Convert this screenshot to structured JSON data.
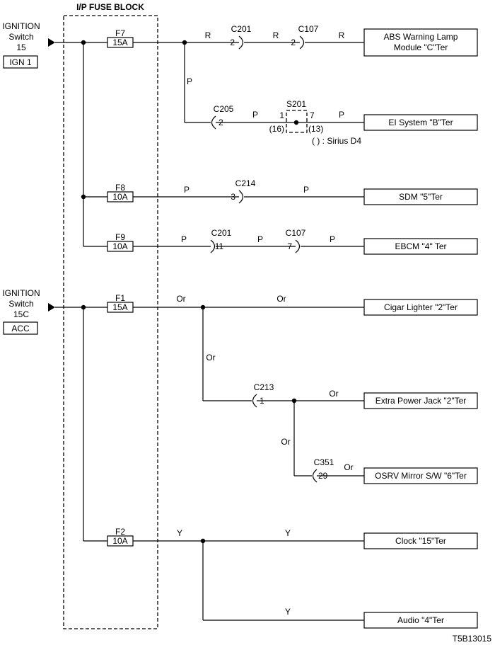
{
  "title": "I/P FUSE BLOCK",
  "figure_id": "T5B13015",
  "sources": [
    {
      "name": "IGNITION",
      "switch": "Switch",
      "number": "15",
      "tag": "IGN 1"
    },
    {
      "name": "IGNITION",
      "switch": "Switch",
      "number": "15C",
      "tag": "ACC"
    }
  ],
  "fuses": [
    {
      "id": "F7",
      "rating": "15A"
    },
    {
      "id": "F8",
      "rating": "10A"
    },
    {
      "id": "F9",
      "rating": "10A"
    },
    {
      "id": "F1",
      "rating": "15A"
    },
    {
      "id": "F2",
      "rating": "10A"
    }
  ],
  "connectors": [
    {
      "name": "C201",
      "pin": "2"
    },
    {
      "name": "C107",
      "pin": "2"
    },
    {
      "name": "C205",
      "pin": "2"
    },
    {
      "name": "C214",
      "pin": "3"
    },
    {
      "name": "C201",
      "pin": "11"
    },
    {
      "name": "C107",
      "pin": "7"
    },
    {
      "name": "C213",
      "pin": "1"
    },
    {
      "name": "C351",
      "pin": "29"
    }
  ],
  "splice": {
    "name": "S201",
    "pin_in": "1",
    "pin_out": "7",
    "alt_in": "(16)",
    "alt_out": "(13)",
    "note": "( ) : Sirius D4"
  },
  "wire_colors": [
    {
      "color": "R"
    },
    {
      "color": "R"
    },
    {
      "color": "R"
    },
    {
      "color": "P"
    },
    {
      "color": "P"
    },
    {
      "color": "P"
    },
    {
      "color": "P"
    },
    {
      "color": "P"
    },
    {
      "color": "P"
    },
    {
      "color": "P"
    },
    {
      "color": "P"
    },
    {
      "color": "Or"
    },
    {
      "color": "Or"
    },
    {
      "color": "Or"
    },
    {
      "color": "Or"
    },
    {
      "color": "Or"
    },
    {
      "color": "Or"
    },
    {
      "color": "Y"
    },
    {
      "color": "Y"
    },
    {
      "color": "Y"
    }
  ],
  "loads": [
    {
      "line1": "ABS Warning Lamp",
      "line2": "Module \"C\"Ter"
    },
    {
      "line1": "EI System \"B\"Ter"
    },
    {
      "line1": "SDM \"5\"Ter"
    },
    {
      "line1": "EBCM \"4\" Ter"
    },
    {
      "line1": "Cigar Lighter \"2\"Ter"
    },
    {
      "line1": "Extra Power Jack \"2\"Ter"
    },
    {
      "line1": "OSRV Mirror S/W \"6\"Ter"
    },
    {
      "line1": "Clock \"15\"Ter"
    },
    {
      "line1": "Audio \"4\"Ter"
    }
  ]
}
